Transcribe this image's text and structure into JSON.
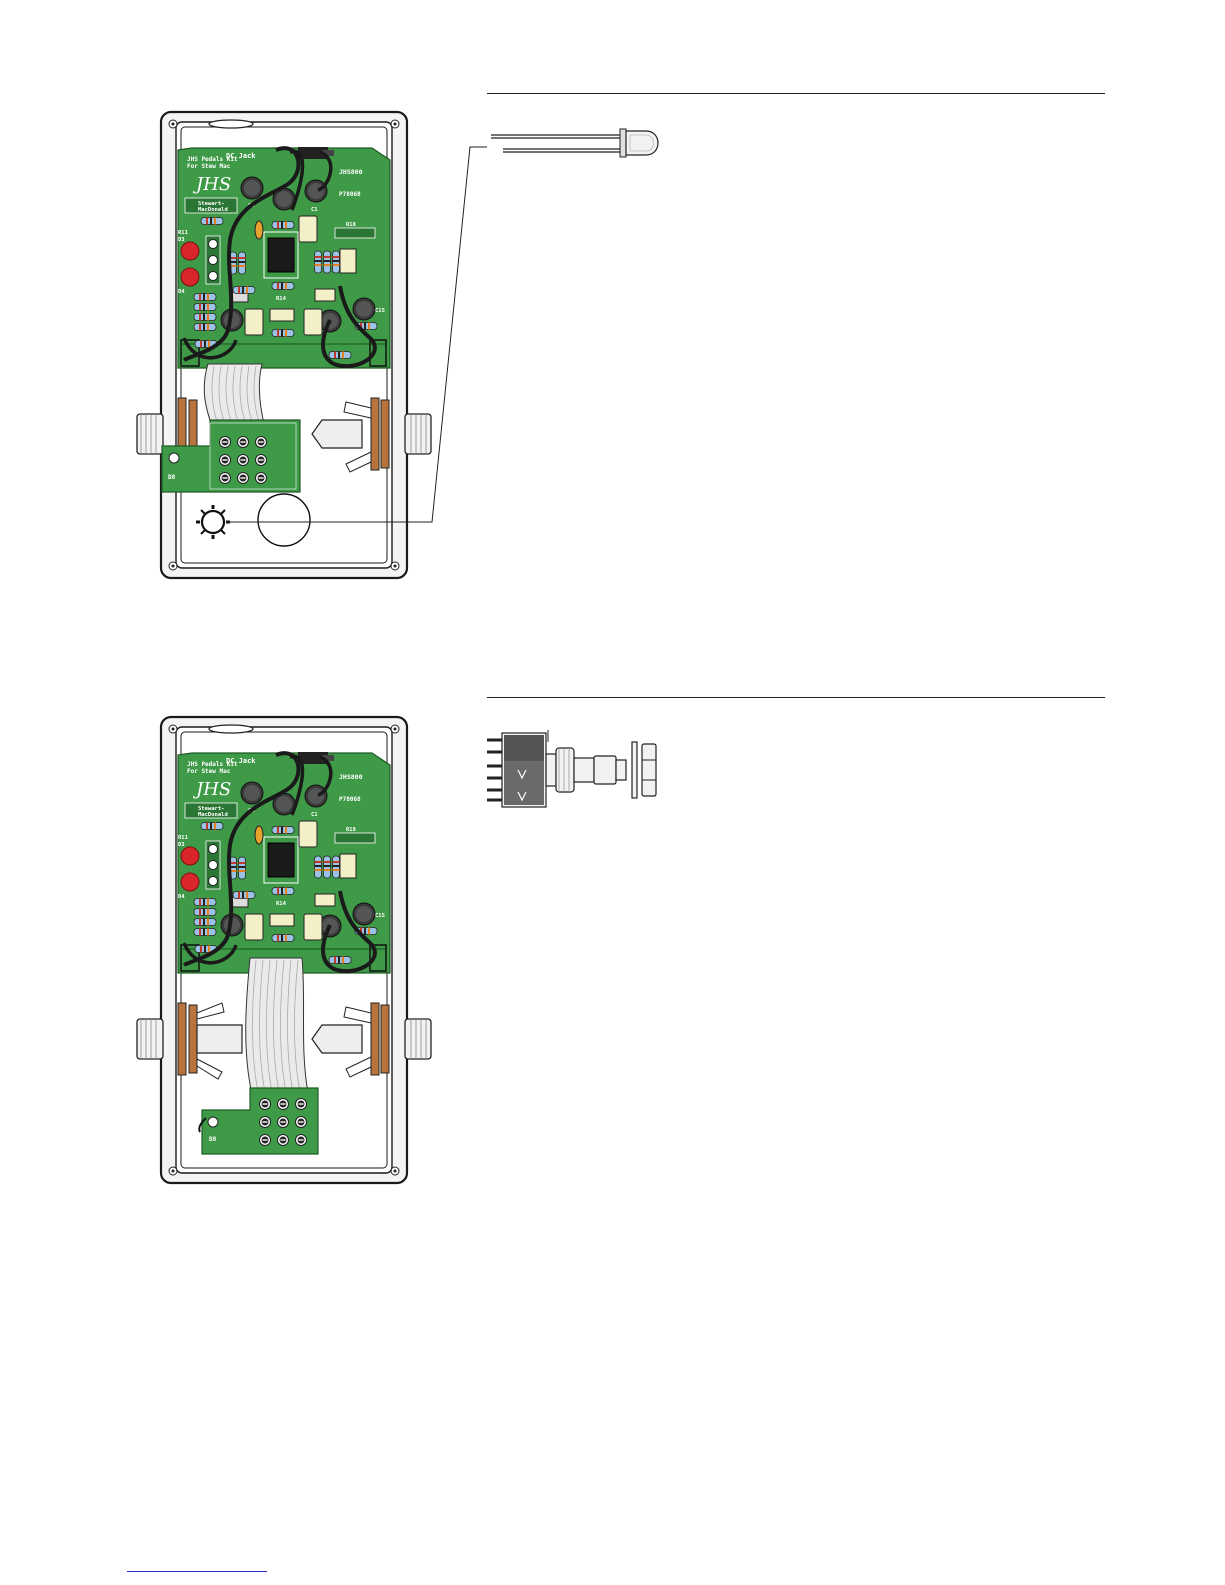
{
  "steps": [
    {
      "id": "step-led",
      "pcb_labels": {
        "brand_line1": "JHS Pedals Kit",
        "brand_line2": "For Stew Mac",
        "logo": "JHS",
        "stewmac_line1": "Stewart-",
        "stewmac_line2": "MacDonald",
        "dc_jack": "DC Jack",
        "model": "JHS800",
        "part": "P78068",
        "c4": "C4",
        "c1": "C1",
        "r18": "R18",
        "r11": "R11",
        "d3": "D3",
        "d4": "D4",
        "r14": "R14",
        "c15": "C15",
        "d8": "D8"
      },
      "part_shown": "led-icon"
    },
    {
      "id": "step-footswitch",
      "pcb_labels": {
        "brand_line1": "JHS Pedals Kit",
        "brand_line2": "For Stew Mac",
        "logo": "JHS",
        "stewmac_line1": "Stewart-",
        "stewmac_line2": "MacDonald",
        "dc_jack": "DC Jack",
        "model": "JHS800",
        "part": "P78068",
        "c4": "C4",
        "c1": "C1",
        "r18": "R18",
        "r11": "R11",
        "d3": "D3",
        "d4": "D4",
        "r14": "R14",
        "c15": "C15",
        "d8": "D8"
      },
      "part_shown": "footswitch-icon"
    }
  ],
  "colors": {
    "pcb_green": "#3f9a48",
    "pcb_dark": "#2b7634",
    "led_red": "#d8262b",
    "jack_copper": "#b8743c",
    "wire_black": "#1a1a1a",
    "ribbon_gray": "#e6e6e6",
    "enclosure_outline": "#1a1a1a"
  }
}
